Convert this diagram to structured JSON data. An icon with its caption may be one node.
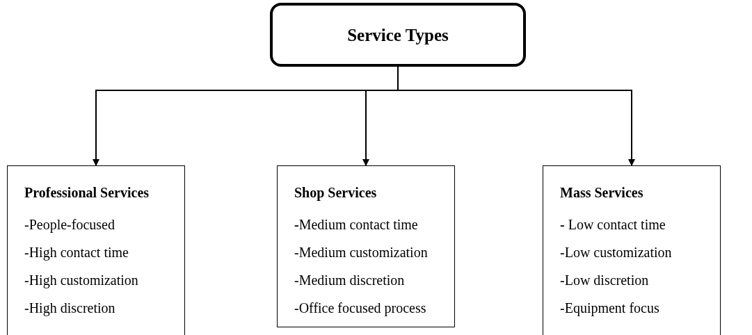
{
  "diagram": {
    "nodes": [
      {
        "text": [
          "Service Types"
        ]
      },
      {
        "text": [
          "Professional Services",
          "-People-focused",
          "-High contact time",
          "-High customization",
          "-High discretion"
        ]
      },
      {
        "text": [
          "Shop Services",
          "**-**Medium contact time",
          "-Medium customization",
          "-Medium discretion",
          "-Office focused process"
        ]
      },
      {
        "text": [
          "Mass Services",
          "**-** Low contact time",
          "-Low customization",
          "-Low discretion",
          "-Equipment focus"
        ]
      }
    ],
    "edges": [
      {
        "from": 0,
        "to": 1,
        "arrow": "to"
      },
      {
        "from": 0,
        "to": 2,
        "arrow": "to"
      },
      {
        "from": 0,
        "to": 3,
        "arrow": "to"
      }
    ]
  }
}
